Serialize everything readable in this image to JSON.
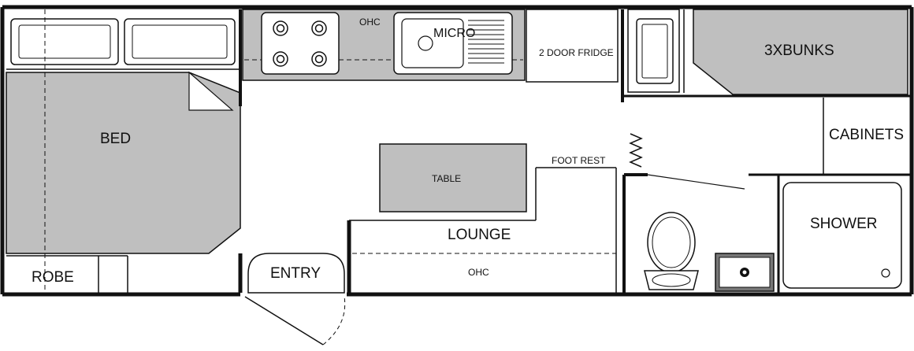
{
  "labels": {
    "ohc_kitchen": "OHC",
    "micro": "MICRO",
    "fridge": "2 DOOR FRIDGE",
    "bunks": "3XBUNKS",
    "bed": "BED",
    "cabinets": "CABINETS",
    "foot_rest": "FOOT REST",
    "table": "TABLE",
    "lounge": "LOUNGE",
    "ohc_lounge": "OHC",
    "shower": "SHOWER",
    "robe": "ROBE",
    "entry": "ENTRY"
  },
  "colors": {
    "wall": "#111111",
    "fill": "#bfbfbf",
    "background": "#ffffff"
  }
}
